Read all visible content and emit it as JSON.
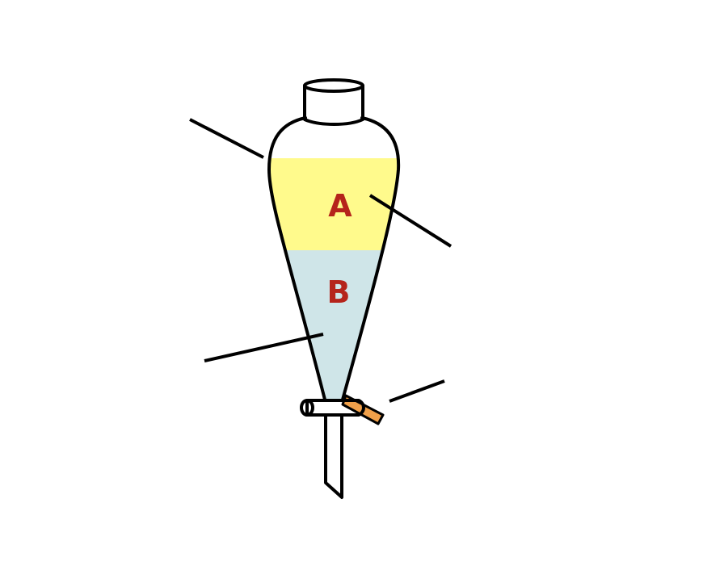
{
  "diagram": {
    "layers": [
      {
        "label": "A",
        "fill_color": "#fffa8c"
      },
      {
        "label": "B",
        "fill_color": "#cfe5e8"
      }
    ],
    "label_color": "#b5241b",
    "outline_color": "#000000",
    "stopcock_handle_color": "#f0a04a",
    "blank_pointer_lines": 4
  }
}
